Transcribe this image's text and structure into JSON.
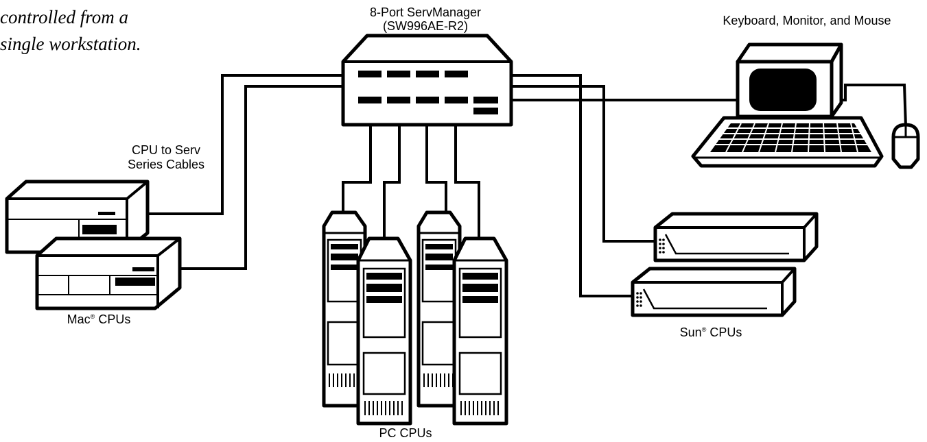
{
  "caption": {
    "line1": "controlled from a",
    "line2": "single workstation."
  },
  "switch_label": {
    "line1": "8-Port ServManager",
    "line2": "(SW996AE-R2)"
  },
  "workstation_label": "Keyboard, Monitor, and Mouse",
  "cables_label": {
    "line1": "CPU to Serv",
    "line2": "Series Cables"
  },
  "mac_label": {
    "text": "Mac",
    "mark": "®",
    "suffix": " CPUs"
  },
  "sun_label": {
    "text": "Sun",
    "mark": "®",
    "suffix": " CPUs"
  },
  "pc_label": "PC CPUs"
}
